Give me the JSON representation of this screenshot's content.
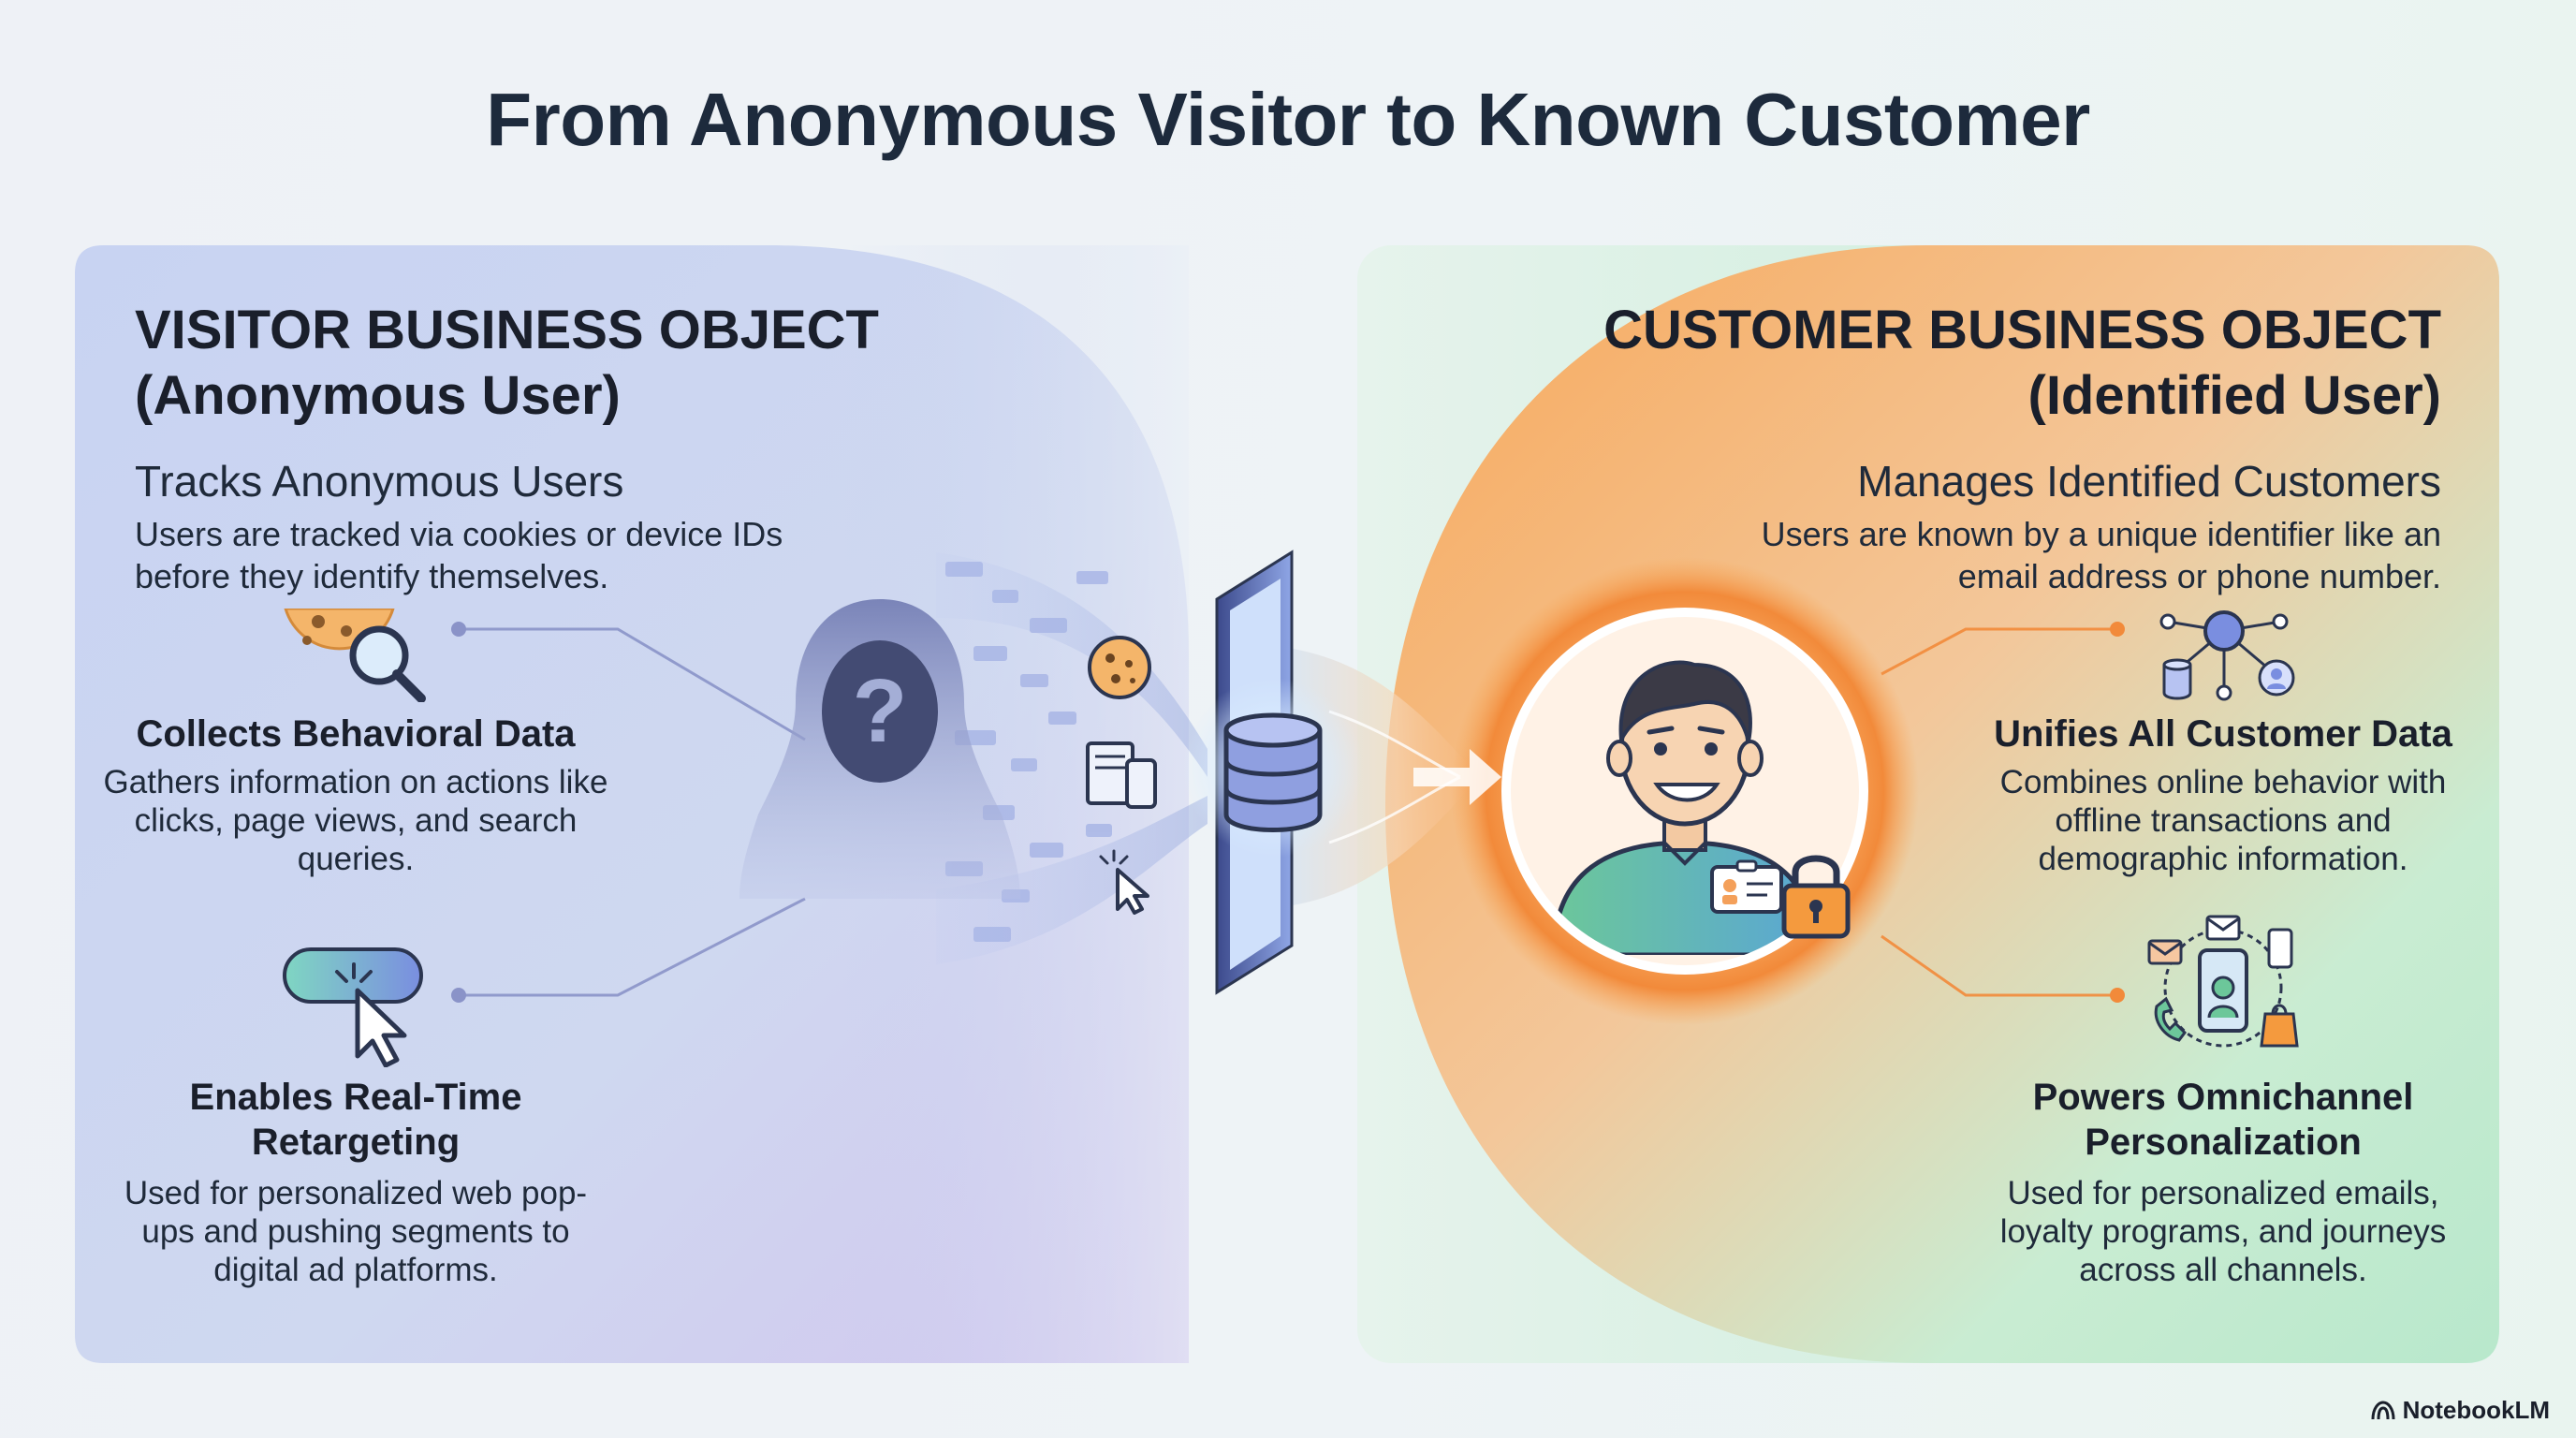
{
  "title": "From Anonymous Visitor to Known Customer",
  "visitor": {
    "heading_line1": "VISITOR BUSINESS OBJECT",
    "heading_line2": "(Anonymous User)",
    "subtitle": "Tracks Anonymous Users",
    "description": "Users are tracked via cookies or device IDs before they identify themselves.",
    "features": [
      {
        "title": "Collects Behavioral Data",
        "description": "Gathers information on actions like clicks, page views, and search queries.",
        "icon": "cookie-magnifier-icon"
      },
      {
        "title": "Enables Real-Time Retargeting",
        "description": "Used for personalized web pop-ups and pushing segments to digital ad platforms.",
        "icon": "click-cursor-icon"
      }
    ]
  },
  "customer": {
    "heading_line1": "CUSTOMER BUSINESS OBJECT",
    "heading_line2": "(Identified User)",
    "subtitle": "Manages Identified Customers",
    "description": "Users are known by a unique identifier like an email address or phone number.",
    "features": [
      {
        "title": "Unifies All Customer Data",
        "description": "Combines online behavior with offline transactions and demographic information.",
        "icon": "data-network-icon"
      },
      {
        "title": "Powers Omnichannel Personalization",
        "description": "Used for personalized emails, loyalty programs, and journeys across all channels.",
        "icon": "omnichannel-icon"
      }
    ]
  },
  "center": {
    "question_mark": "?",
    "icons": [
      "hooded-figure-icon",
      "cookie-icon",
      "devices-icon",
      "cursor-icon",
      "gateway-portal-icon",
      "database-icon",
      "arrow-right-icon",
      "customer-avatar-icon",
      "id-badge-icon",
      "lock-icon"
    ]
  },
  "brand": "NotebookLM",
  "colors": {
    "left_panel": "#c7d2f0",
    "right_panel": "#f6a55a",
    "accent_orange": "#f28a3a",
    "accent_purple": "#8a93c8",
    "text_dark": "#1a1f2b"
  }
}
